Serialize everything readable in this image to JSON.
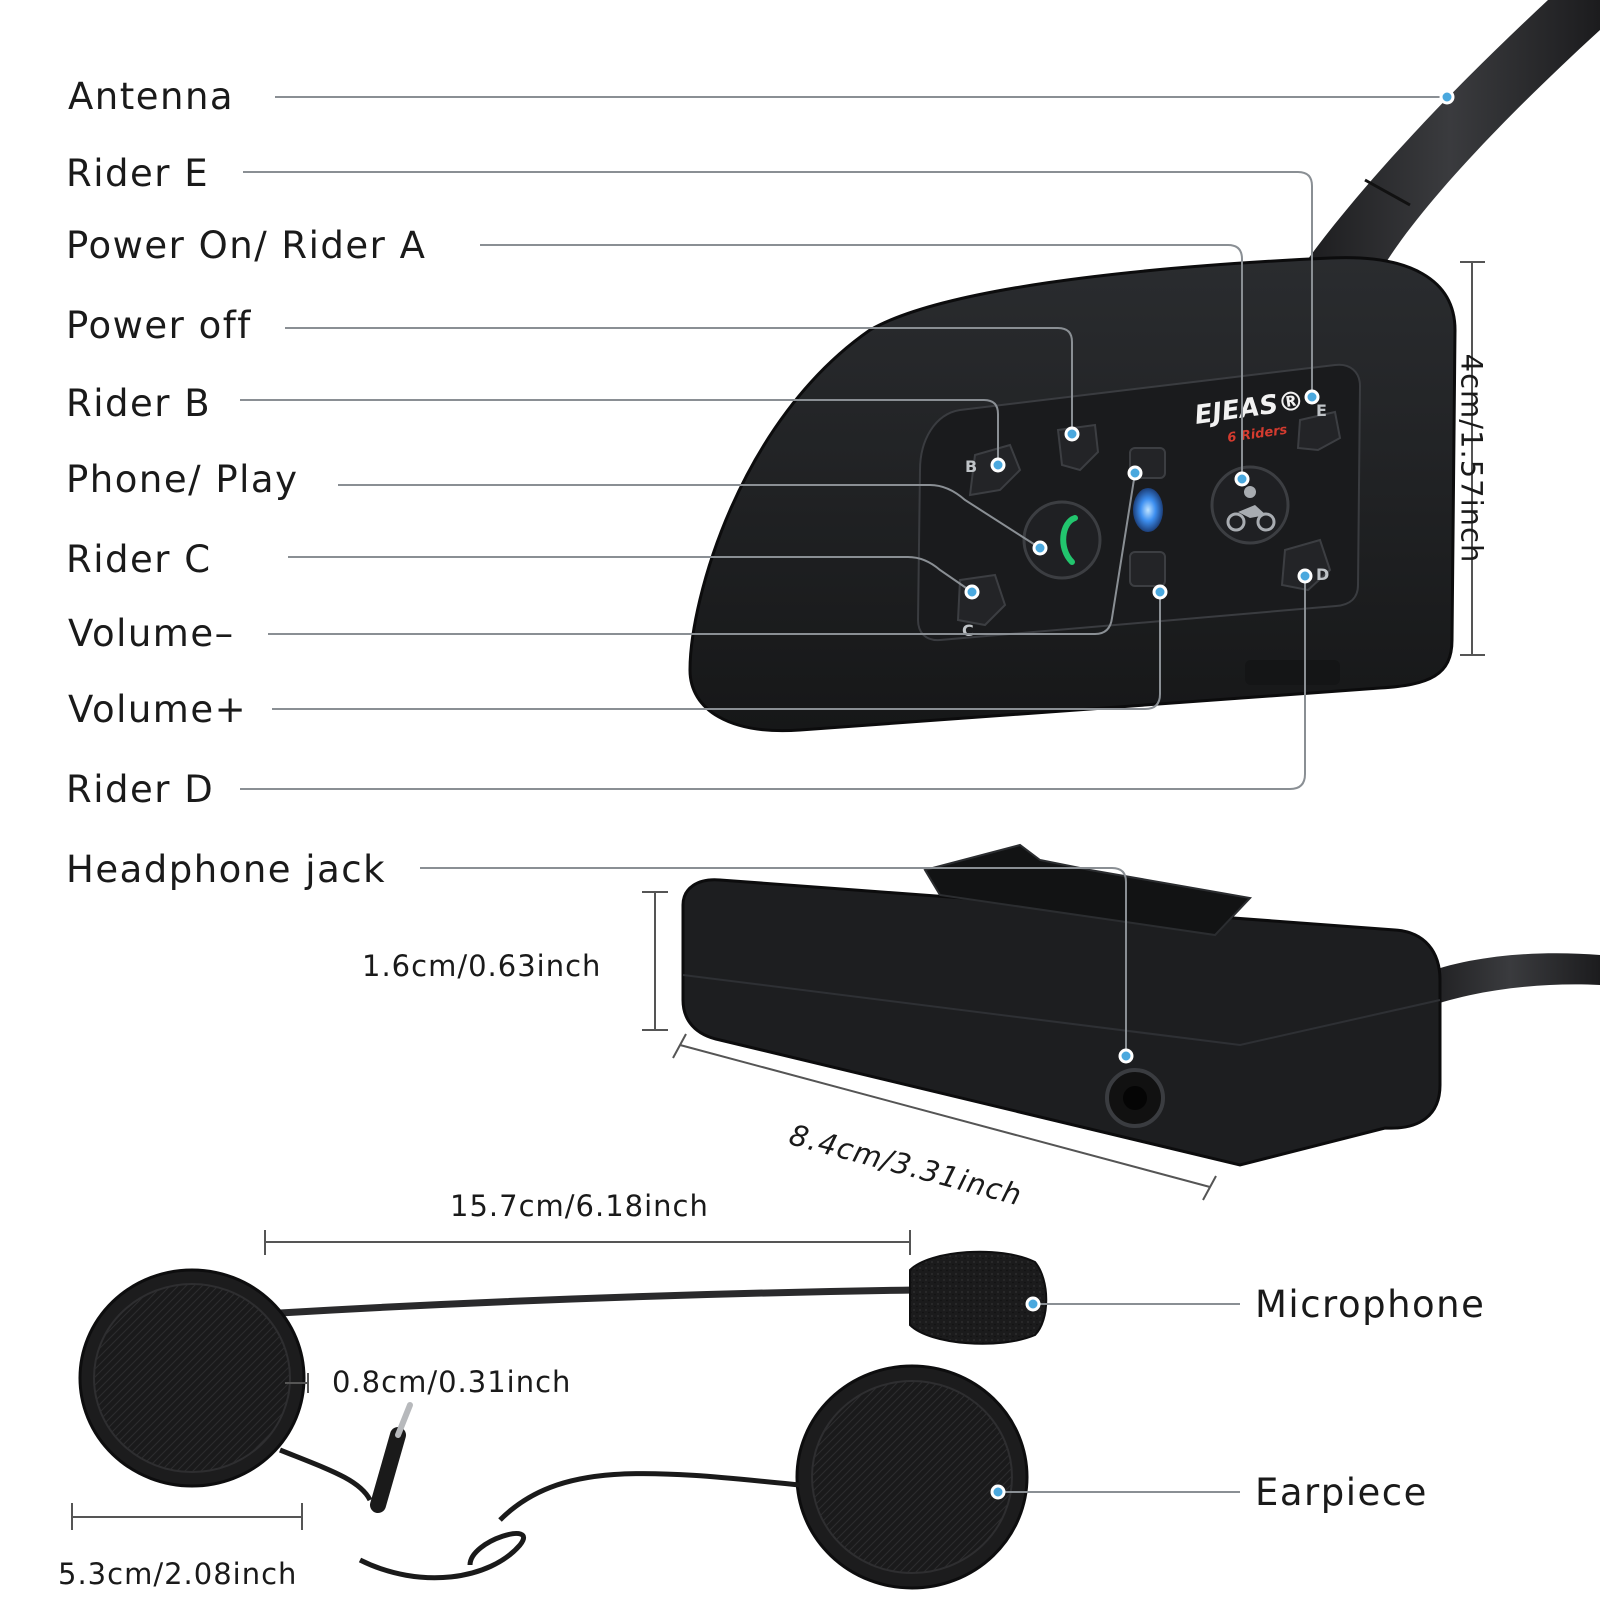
{
  "labels": {
    "antenna": "Antenna",
    "rider_e": "Rider E",
    "power_on_rider_a": "Power On/ Rider A",
    "power_off": "Power off",
    "rider_b": "Rider B",
    "phone_play": "Phone/ Play",
    "rider_c": "Rider C",
    "volume_minus": "Volume–",
    "volume_plus": "Volume+",
    "rider_d": "Rider D",
    "headphone_jack": "Headphone jack",
    "microphone": "Microphone",
    "earpiece": "Earpiece"
  },
  "dimensions": {
    "height": "4cm/1.57inch",
    "thickness": "1.6cm/0.63inch",
    "length": "8.4cm/3.31inch",
    "boom_length": "15.7cm/6.18inch",
    "speaker_thickness": "0.8cm/0.31inch",
    "speaker_diameter": "5.3cm/2.08inch"
  },
  "device": {
    "brand": "EJEAS®",
    "model": "6 Riders",
    "buttons": {
      "b": "B",
      "c": "C",
      "d": "D",
      "e": "E"
    }
  },
  "colors": {
    "leader_line": "#8a8f94",
    "callout_dot": "#4aa8de",
    "device_body": "#1e1f21",
    "led": "#3d8ff0",
    "phone_icon": "#22c56e"
  }
}
